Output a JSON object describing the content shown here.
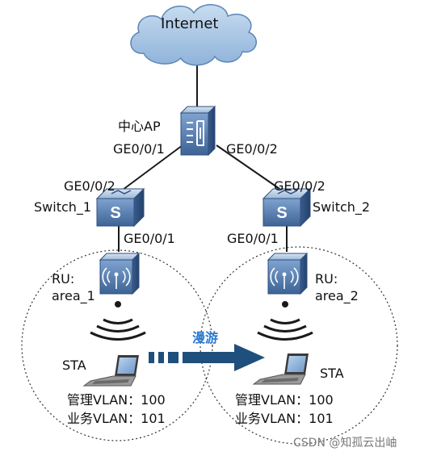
{
  "internet": {
    "label": "Internet"
  },
  "center_ap": {
    "name": "中心AP",
    "port_left": "GE0/0/1",
    "port_right": "GE0/0/2"
  },
  "switch_1": {
    "name": "Switch_1",
    "uplink_port": "GE0/0/2",
    "downlink_port": "GE0/0/1"
  },
  "switch_2": {
    "name": "Switch_2",
    "uplink_port": "GE0/0/2",
    "downlink_port": "GE0/0/1"
  },
  "ru_1": {
    "label": "RU:",
    "area": "area_1"
  },
  "ru_2": {
    "label": "RU:",
    "area": "area_2"
  },
  "roaming": {
    "label": "漫游"
  },
  "sta_1": {
    "label": "STA",
    "mgmt_vlan": "管理VLAN：100",
    "service_vlan": "业务VLAN：101"
  },
  "sta_2": {
    "label": "STA",
    "mgmt_vlan": "管理VLAN：100",
    "service_vlan": "业务VLAN：101"
  },
  "watermark": "CSDN @知孤云出岫",
  "colors": {
    "cloud": "#a9c9e8",
    "device_dark": "#2f4f7e",
    "device_mid": "#5b84b9",
    "device_light": "#b7cde6",
    "roam_arrow": "#1f4f7c",
    "roam_text": "#2a7ad1"
  }
}
